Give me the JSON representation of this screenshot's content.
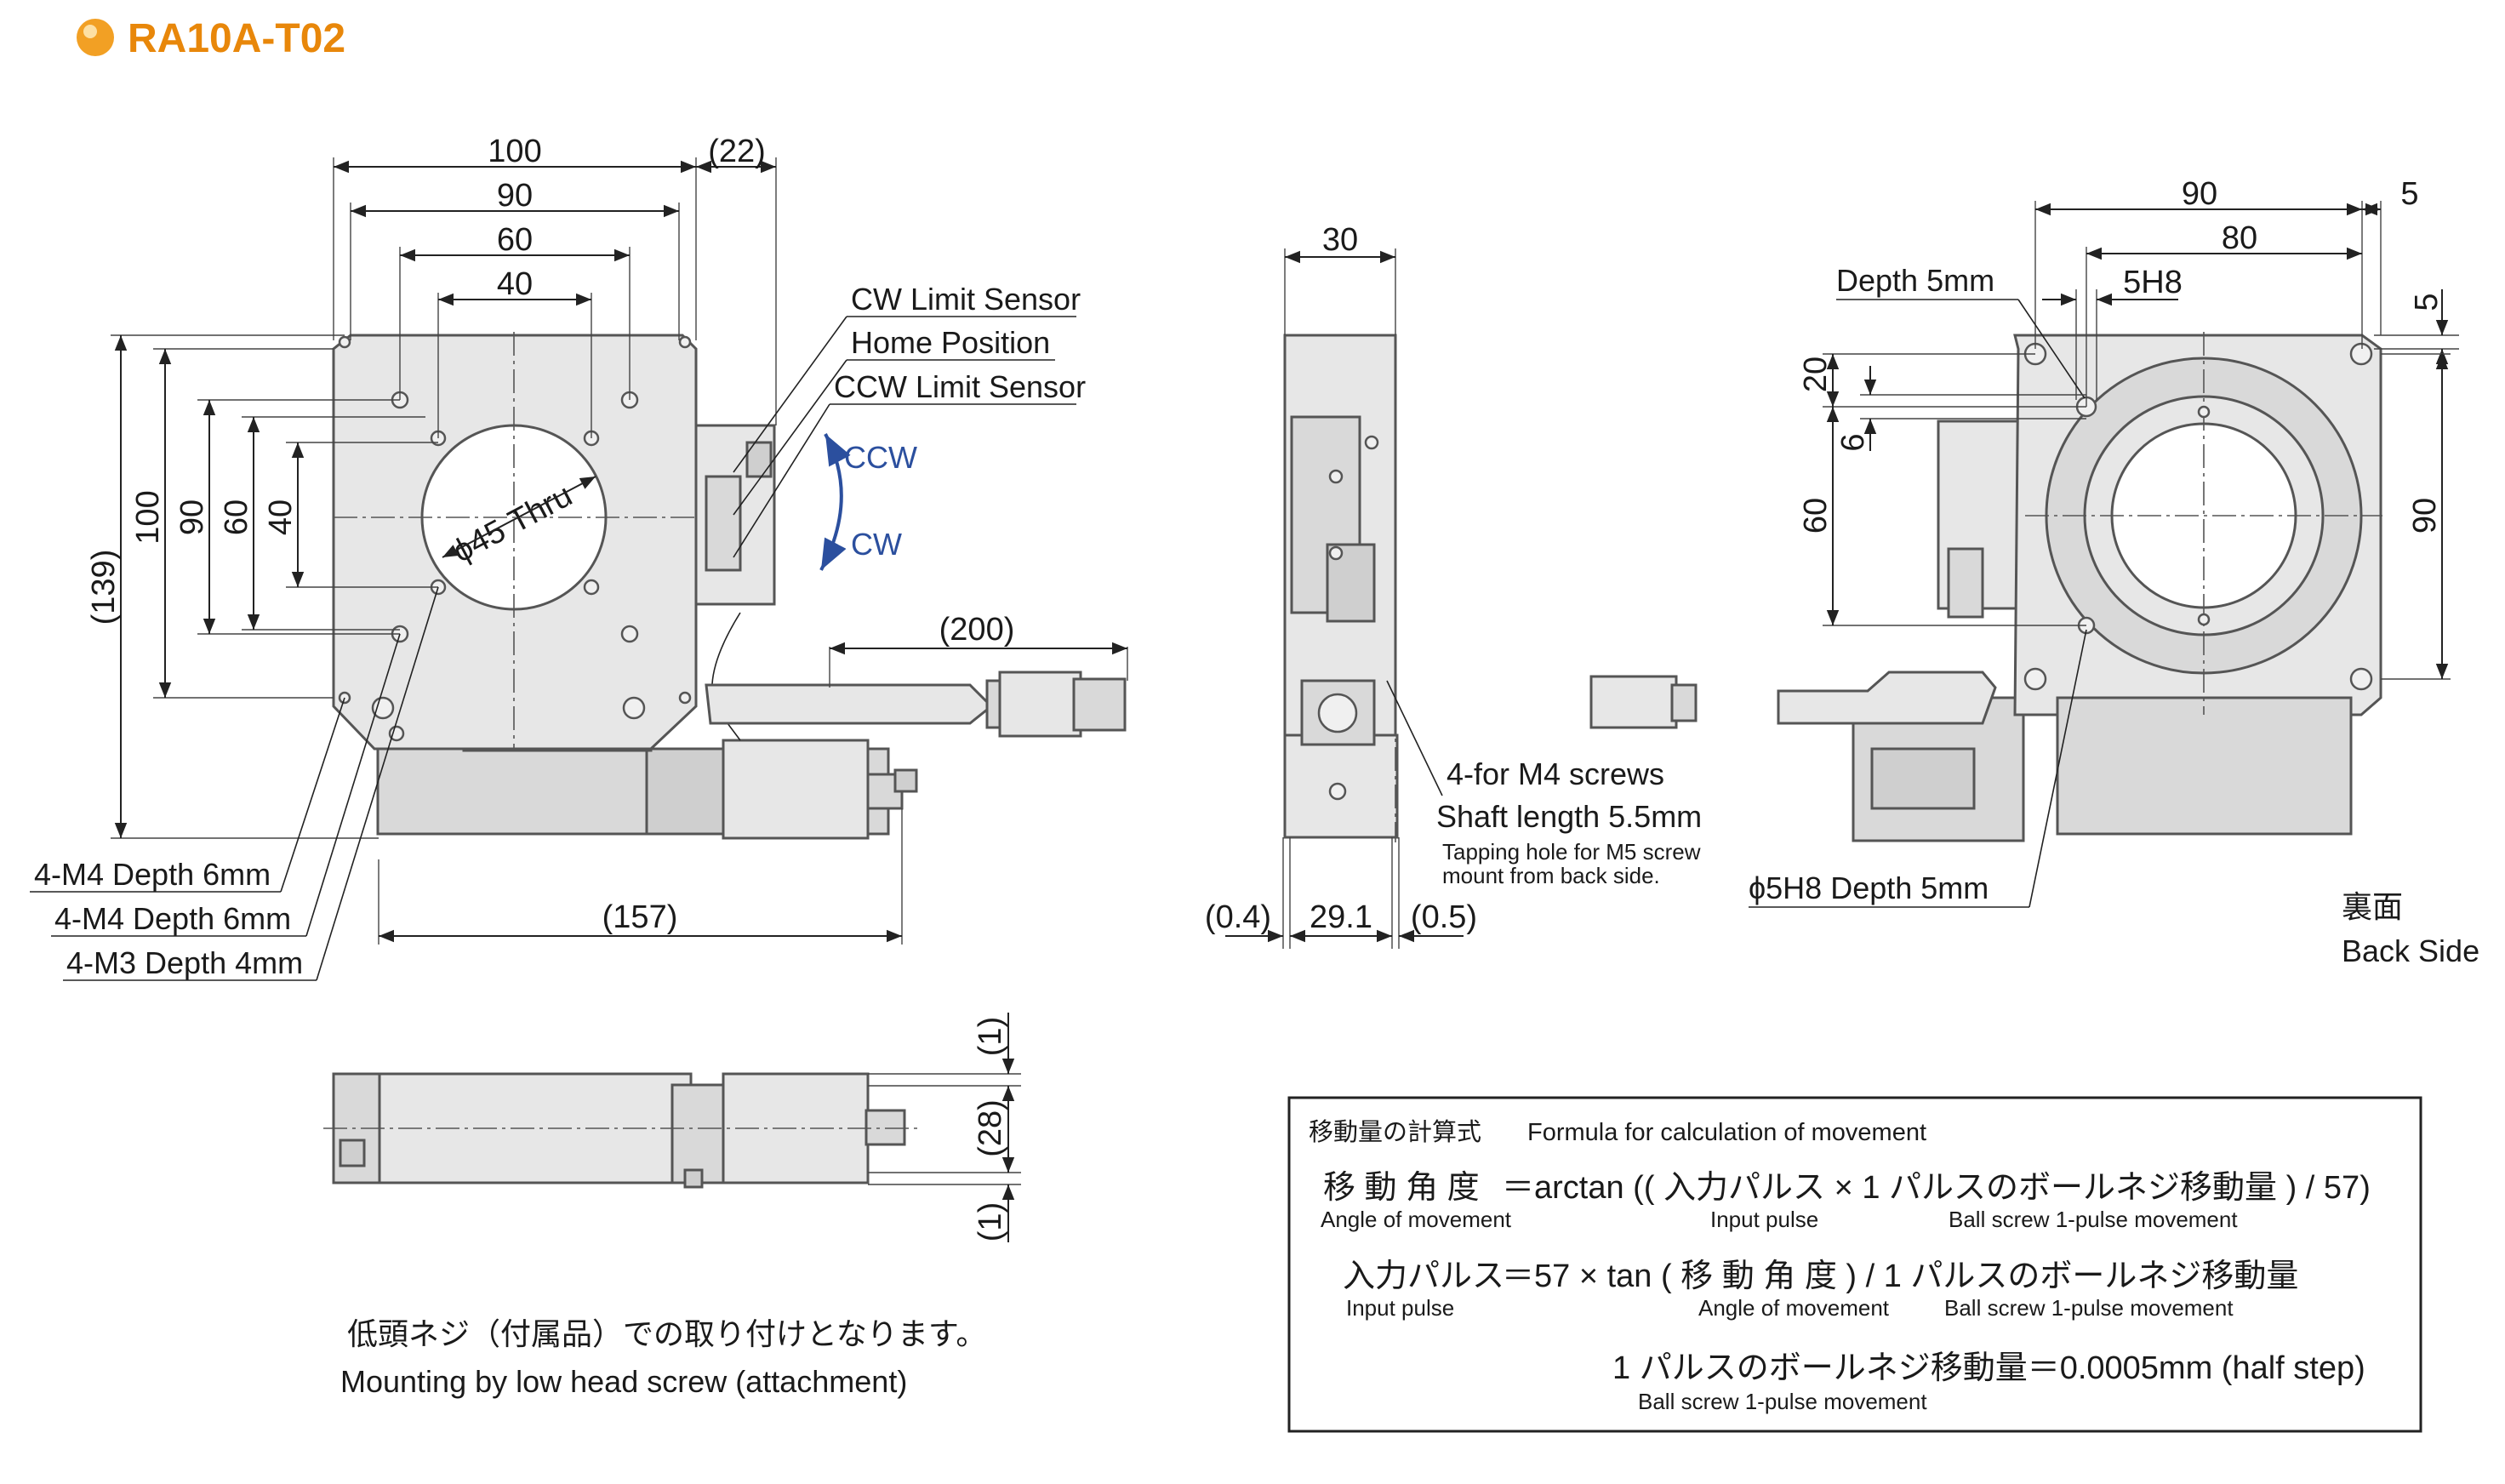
{
  "title": "RA10A-T02",
  "brand_color": "#e8870a",
  "accent_color": "#2b4f9e",
  "front_view": {
    "dims": {
      "d100": "100",
      "d90": "90",
      "d60": "60",
      "d40": "40",
      "d22": "(22)",
      "v139": "(139)",
      "v100": "100",
      "v90": "90",
      "v60": "60",
      "v40": "40",
      "d200": "(200)",
      "d157": "(157)"
    },
    "thru_hole": "ϕ45 Thru",
    "sensors": {
      "cw_limit": "CW Limit Sensor",
      "home": "Home Position",
      "ccw_limit": "CCW Limit Sensor"
    },
    "rotation": {
      "ccw": "CCW",
      "cw": "CW"
    },
    "callouts": {
      "m4_a": "4-M4 Depth 6mm",
      "m4_b": "4-M4 Depth 6mm",
      "m3": "4-M3 Depth 4mm"
    }
  },
  "side_view": {
    "dims": {
      "d30": "30",
      "d04": "(0.4)",
      "d291": "29.1",
      "d05": "(0.5)"
    },
    "note1": "4-for M4 screws",
    "note2": "Shaft length 5.5mm",
    "note3": "Tapping hole for M5 screw",
    "note4": "mount from back side."
  },
  "back_view": {
    "dims": {
      "d90": "90",
      "d5": "5",
      "d80": "80",
      "d5h8": "5H8",
      "v5": "5",
      "v20": "20",
      "v6": "6",
      "v60": "60",
      "v90": "90"
    },
    "depth": "Depth 5mm",
    "hole_note": "ϕ5H8 Depth 5mm",
    "label_jp": "裏面",
    "label_en": "Back Side"
  },
  "bottom_view": {
    "dims": {
      "d1a": "(1)",
      "d28": "(28)",
      "d1b": "(1)"
    },
    "note_jp": "低頭ネジ（付属品）での取り付けとなります。",
    "note_en": "Mounting by low head screw (attachment)"
  },
  "formula": {
    "heading_jp": "移動量の計算式",
    "heading_en": "Formula for calculation of movement",
    "row1": {
      "label": "移 動 角 度",
      "label_en": "Angle of movement",
      "expr": "＝arctan (( 入力パルス × 1 パルスのボールネジ移動量 ) / 57)",
      "sub1": "Input pulse",
      "sub2": "Ball screw 1-pulse movement"
    },
    "row2": {
      "label": "入力パルス",
      "label_en": "Input pulse",
      "expr": "＝57 × tan ( 移 動 角 度 ) / 1 パルスのボールネジ移動量",
      "sub1": "Angle of movement",
      "sub2": "Ball screw 1-pulse movement"
    },
    "row3": {
      "expr": "1 パルスのボールネジ移動量＝0.0005mm (half step)",
      "sub": "Ball screw 1-pulse movement"
    }
  }
}
